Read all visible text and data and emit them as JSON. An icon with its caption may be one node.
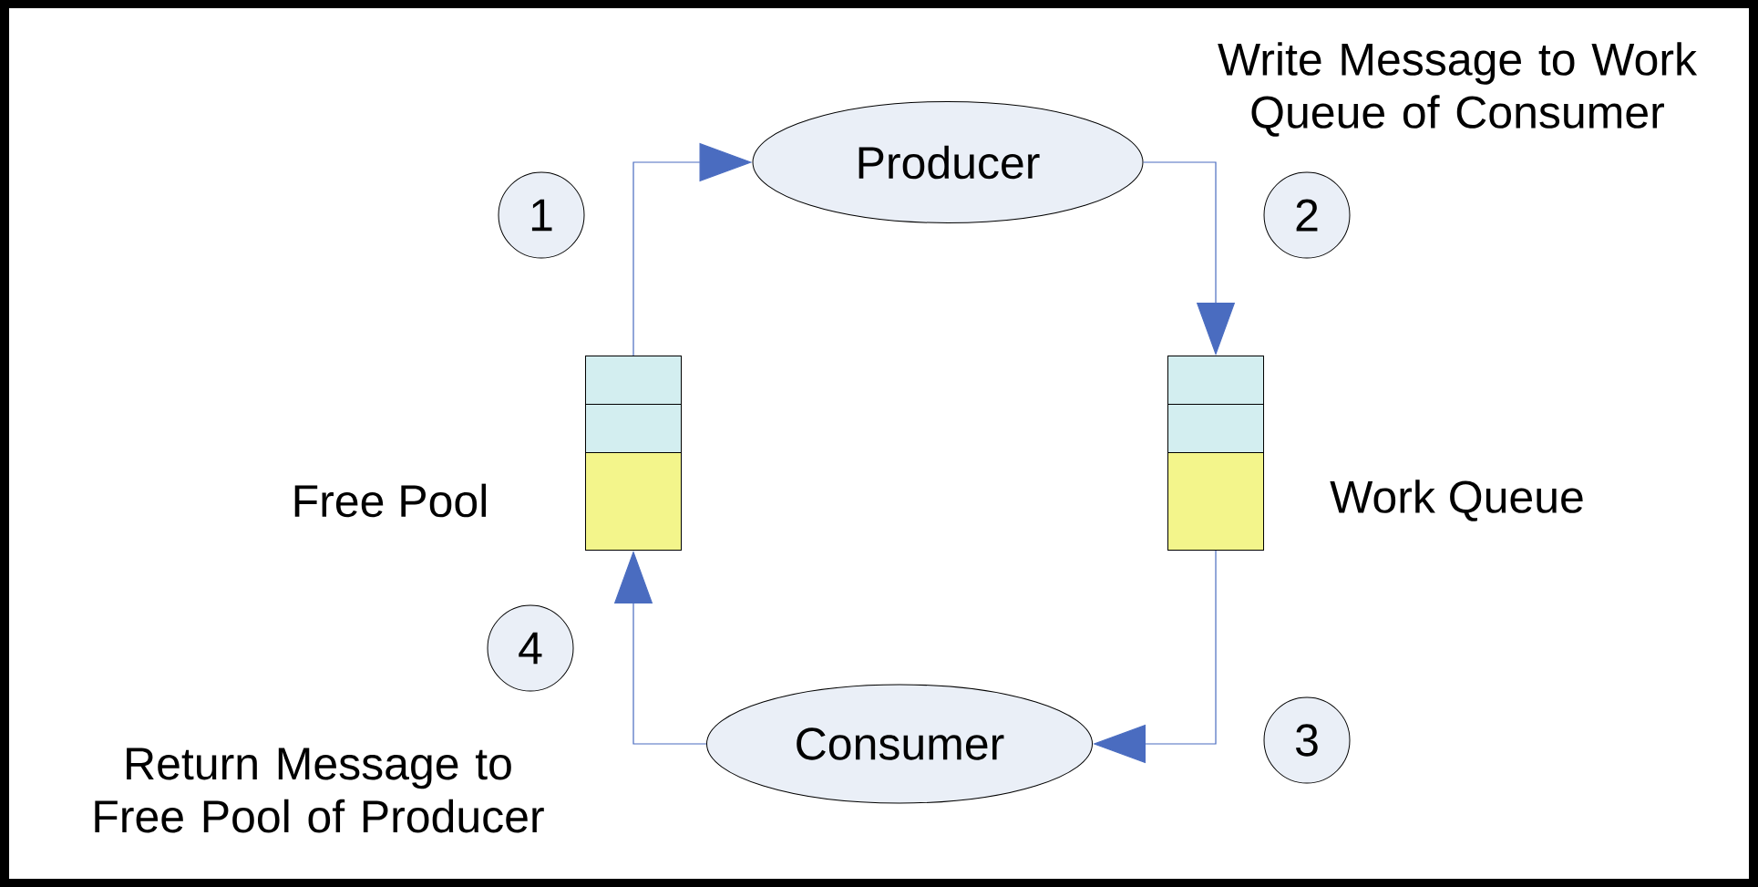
{
  "diagram": {
    "nodes": [
      {
        "text": [
          "Producer"
        ]
      },
      {
        "text": [
          "1"
        ]
      },
      {
        "text": [
          "2"
        ]
      },
      {
        "text": [],
        "shape": "box",
        "beside": [
          "Free Pool"
        ]
      },
      {
        "text": [],
        "shape": "box",
        "beside": [
          "Work Queue"
        ]
      },
      {
        "text": [
          "4"
        ]
      },
      {
        "text": [
          "Consumer"
        ]
      },
      {
        "text": [
          "3"
        ]
      }
    ],
    "edges": [
      {
        "from": 3,
        "to": 0,
        "arrow": "to"
      },
      {
        "from": 0,
        "to": 4,
        "arrow": "to"
      },
      {
        "from": 4,
        "to": 6,
        "arrow": "to"
      },
      {
        "from": 6,
        "to": 3,
        "arrow": "to"
      }
    ],
    "labels": [
      "Write Message to Work Queue of Consumer",
      "Return Message to Free Pool of Producer"
    ]
  }
}
